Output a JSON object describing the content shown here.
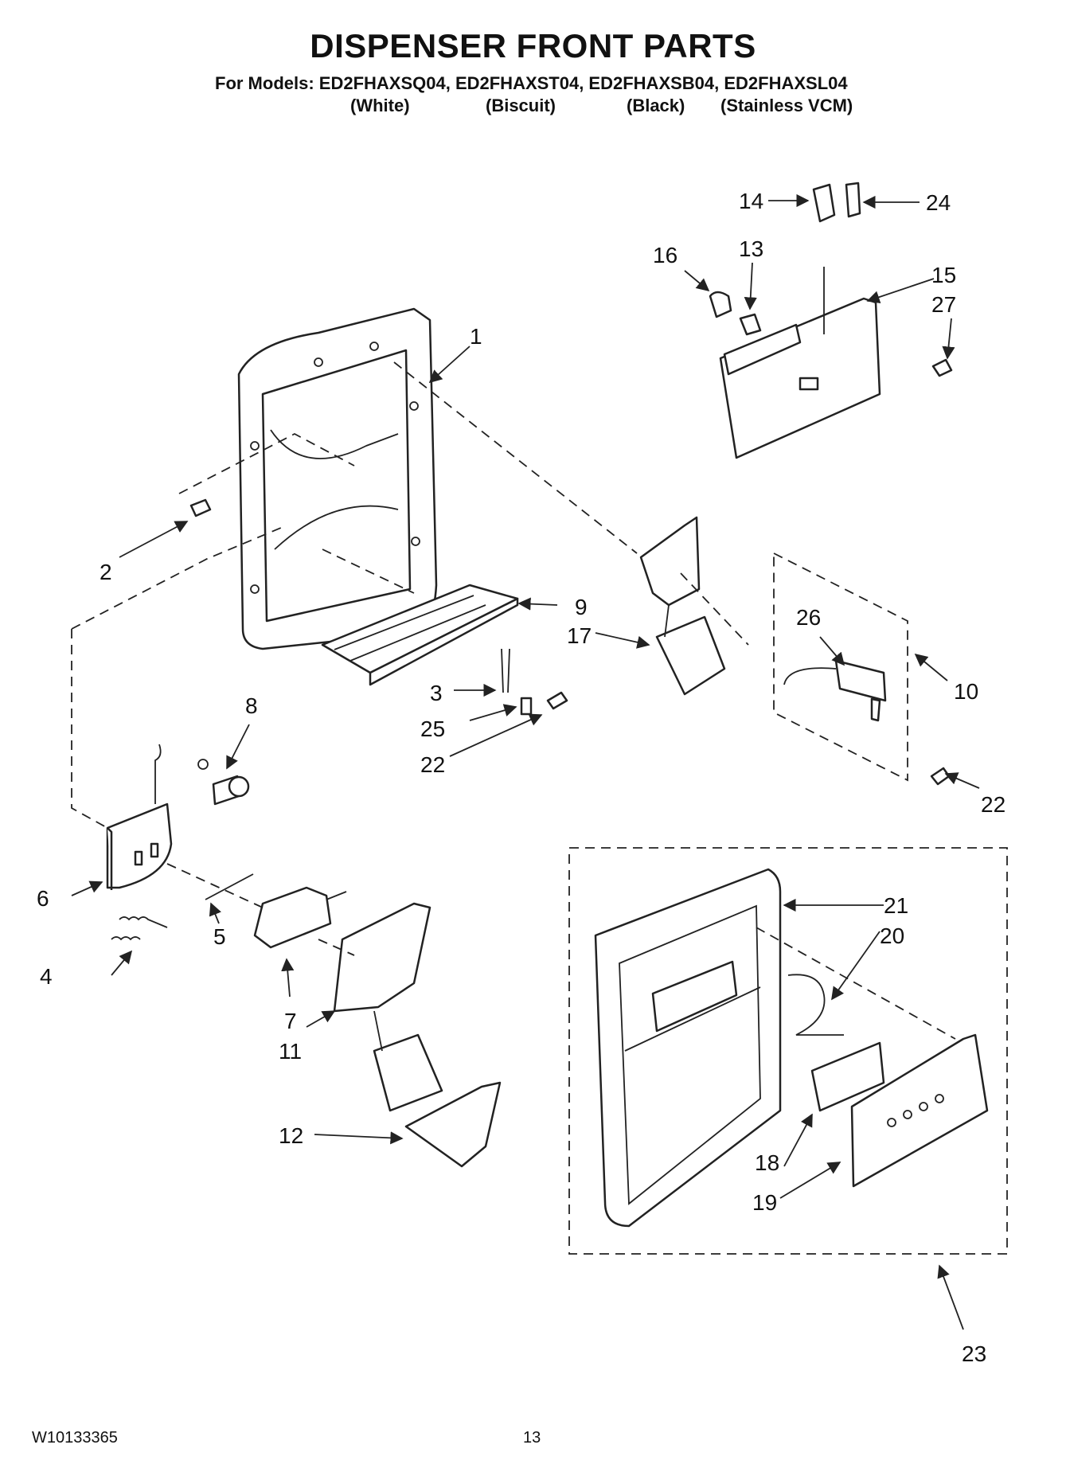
{
  "header": {
    "title": "DISPENSER FRONT PARTS",
    "models_line": "For Models: ED2FHAXSQ04, ED2FHAXST04, ED2FHAXSB04, ED2FHAXSL04",
    "finishes": [
      "(White)",
      "(Biscuit)",
      "(Black)",
      "(Stainless VCM)"
    ]
  },
  "callouts": {
    "c1": "1",
    "c2": "2",
    "c3": "3",
    "c4": "4",
    "c5": "5",
    "c6": "6",
    "c7": "7",
    "c8": "8",
    "c9": "9",
    "c10": "10",
    "c11": "11",
    "c12": "12",
    "c13": "13",
    "c14": "14",
    "c15": "15",
    "c16": "16",
    "c17": "17",
    "c18": "18",
    "c19": "19",
    "c20": "20",
    "c21": "21",
    "c22a": "22",
    "c22b": "22",
    "c23": "23",
    "c24": "24",
    "c25": "25",
    "c26": "26",
    "c27": "27"
  },
  "footer": {
    "doc_number": "W10133365",
    "page_number": "13"
  }
}
